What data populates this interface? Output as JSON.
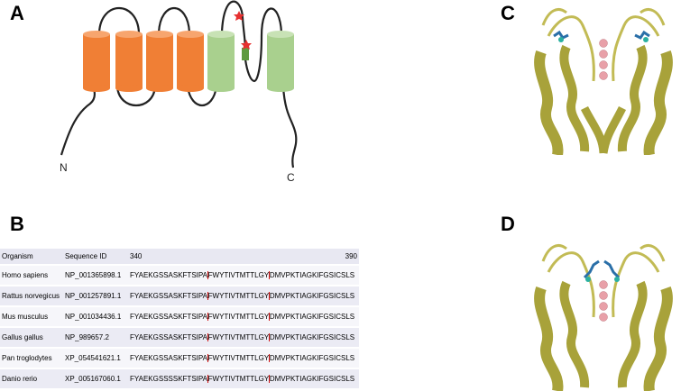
{
  "panels": {
    "a": "A",
    "b": "B",
    "c": "C",
    "d": "D"
  },
  "topology": {
    "n_label": "N",
    "c_label": "C",
    "colors": {
      "orange": "#f07f35",
      "green": "#a9d08e",
      "marker": "#e63030"
    }
  },
  "alignment": {
    "header": {
      "organism": "Organism",
      "seq_id": "Sequence ID",
      "start": "340",
      "end": "390"
    },
    "rows": [
      {
        "organism": "Homo sapiens",
        "seq_id": "NP_001365898.1",
        "pre": "FYAEKGSSASKFTSIPA",
        "mid": "FWYTIVTMTTLGY",
        "post": "DMVPKTIAGKIFGSICSLS"
      },
      {
        "organism": "Rattus norvegicus",
        "seq_id": "NP_001257891.1",
        "pre": "FYAEKGSSASKFTSIPA",
        "mid": "FWYTIVTMTTLGY",
        "post": "DMVPKTIAGKIFGSICSLS"
      },
      {
        "organism": "Mus musculus",
        "seq_id": "NP_001034436.1",
        "pre": "FYAEKGSSASKFTSIPA",
        "mid": "FWYTIVTMTTLGY",
        "post": "DMVPKTIAGKIFGSICSLS"
      },
      {
        "organism": "Gallus gallus",
        "seq_id": "NP_989657.2",
        "pre": "FYAEKGSSASKFTSIPA",
        "mid": "FWYTIVTMTTLGY",
        "post": "DMVPKTIAGKIFGSICSLS"
      },
      {
        "organism": "Pan troglodytes",
        "seq_id": "XP_054541621.1",
        "pre": "FYAEKGSSASKFTSIPA",
        "mid": "FWYTIVTMTTLGY",
        "post": "DMVPKTIAGKIFGSICSLS"
      },
      {
        "organism": "Danio rerio",
        "seq_id": "XP_005167060.1",
        "pre": "FYAEKGSSSSKFTSIPA",
        "mid": "FWYTIVTMTTLGY",
        "post": "DMVPKTIAGKIFGSICSLS"
      }
    ],
    "highlight_color": "#d01010"
  },
  "structures": {
    "helix_color": "#a8a23a",
    "ion_color": "#e8a0a8",
    "stick_color": "#2a6fa8"
  }
}
